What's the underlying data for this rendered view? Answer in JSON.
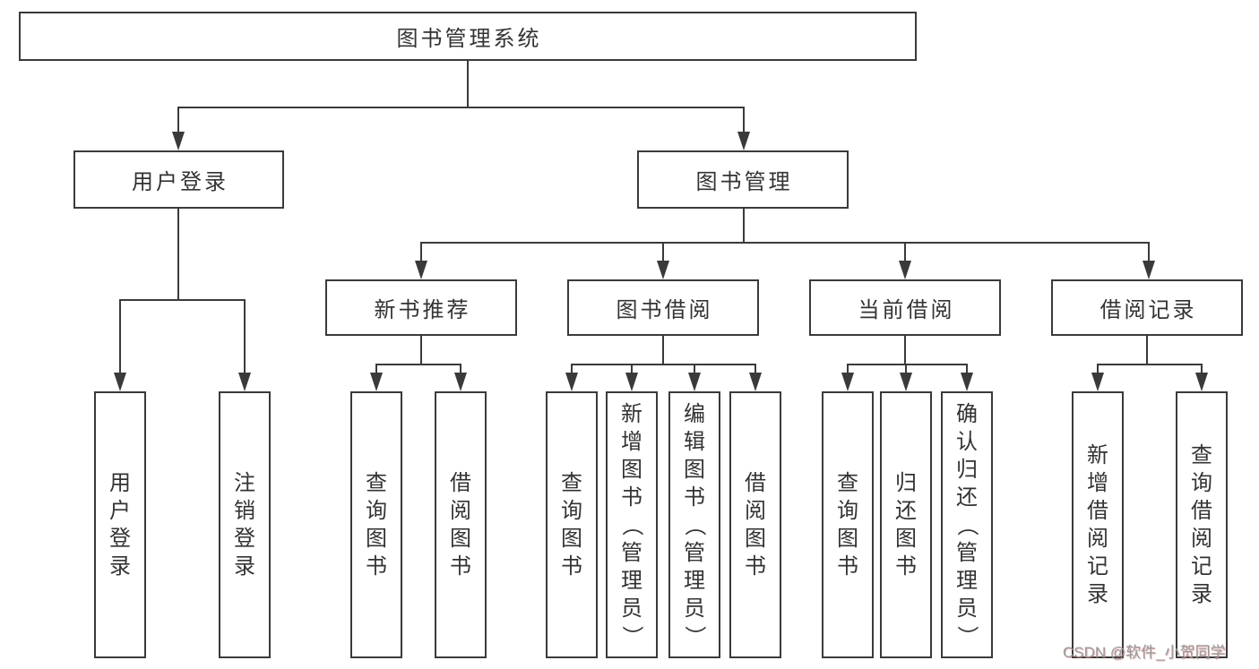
{
  "colors": {
    "line": "#3a3a3a",
    "box_border": "#3a3a3a",
    "text": "#333333",
    "background": "#ffffff",
    "watermark_gray": "#9a9a9a"
  },
  "tree": {
    "root": {
      "label": "图书管理系统"
    },
    "branches": [
      {
        "label": "用户登录",
        "children": [
          {
            "label": "用户登录"
          },
          {
            "label": "注销登录"
          }
        ]
      },
      {
        "label": "图书管理",
        "children": [
          {
            "label": "新书推荐",
            "children": [
              {
                "label": "查询图书"
              },
              {
                "label": "借阅图书"
              }
            ]
          },
          {
            "label": "图书借阅",
            "children": [
              {
                "label": "查询图书"
              },
              {
                "label": "新增图书（管理员）"
              },
              {
                "label": "编辑图书（管理员）"
              },
              {
                "label": "借阅图书"
              }
            ]
          },
          {
            "label": "当前借阅",
            "children": [
              {
                "label": "查询图书"
              },
              {
                "label": "归还图书"
              },
              {
                "label": "确认归还（管理员）"
              }
            ]
          },
          {
            "label": "借阅记录",
            "children": [
              {
                "label": "新增借阅记录"
              },
              {
                "label": "查询借阅记录"
              }
            ]
          }
        ]
      }
    ]
  },
  "watermark": {
    "text": "CSDN @软件_小贺同学"
  }
}
